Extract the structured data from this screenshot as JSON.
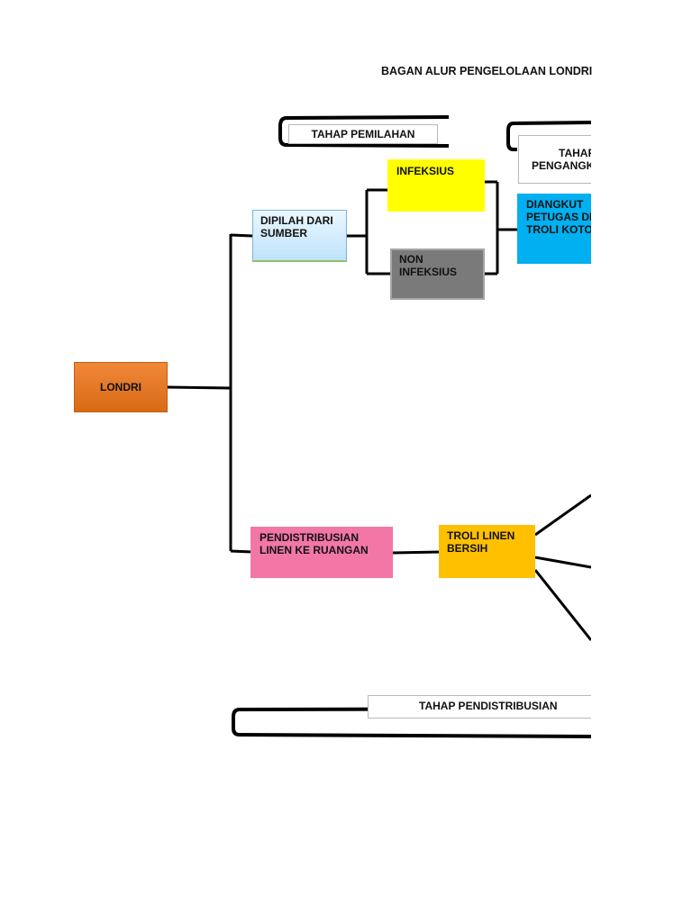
{
  "title": "BAGAN ALUR PENGELOLAAN LONDRI",
  "stages": {
    "sorting": "TAHAP PEMILAHAN",
    "transport_line1": "TAHAP",
    "transport_line2": "PENGANGKU",
    "distribution": "TAHAP PENDISTRIBUSIAN"
  },
  "nodes": {
    "londri": "LONDRI",
    "dipilah": [
      "DIPILAH DARI",
      "SUMBER"
    ],
    "infeksius": "INFEKSIUS",
    "non_infeksius": [
      "NON",
      "INFEKSIUS"
    ],
    "diangkut": [
      "DIANGKUT",
      "PETUGAS DE",
      "TROLI KOTOR"
    ],
    "pendistribusian": [
      "PENDISTRIBUSIAN",
      "LINEN KE RUANGAN"
    ],
    "troli_bersih": [
      "TROLI LINEN",
      "BERSIH"
    ]
  },
  "colors": {
    "londri": "#e87722",
    "dipilah": "#d6efff",
    "infeksius": "#ffff00",
    "non_infeksius": "#7f7f7f",
    "diangkut": "#00b0f0",
    "pendistribusian": "#f277a7",
    "troli_bersih": "#ffc000"
  }
}
